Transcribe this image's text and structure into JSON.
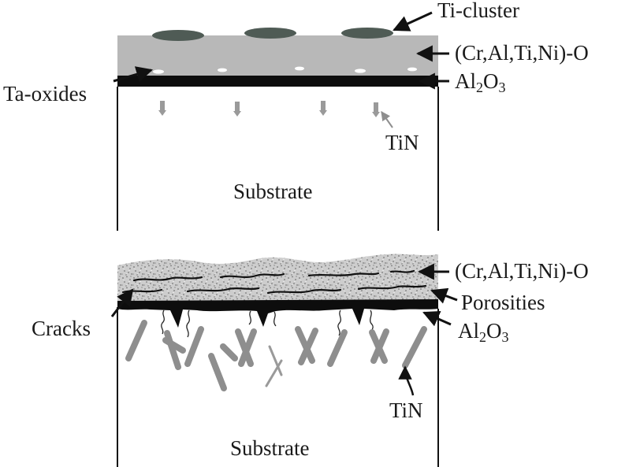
{
  "top_panel": {
    "labels": {
      "ti_cluster": "Ti-cluster",
      "oxide_layer": "(Cr,Al,Ti,Ni)-O",
      "alumina_base": "Al",
      "alumina_sub1": "2",
      "alumina_mid": "O",
      "alumina_sub2": "3",
      "ta_oxides": "Ta-oxides",
      "tin": "TiN",
      "substrate": "Substrate"
    }
  },
  "bottom_panel": {
    "labels": {
      "oxide_layer": "(Cr,Al,Ti,Ni)-O",
      "porosities": "Porosities",
      "alumina_base": "Al",
      "alumina_sub1": "2",
      "alumina_mid": "O",
      "alumina_sub2": "3",
      "cracks": "Cracks",
      "tin": "TiN",
      "substrate": "Substrate"
    }
  },
  "colors": {
    "oxide_gray": "#b8b8b8",
    "cluster_dark": "#4f5b55",
    "alumina_black": "#0d0d0d",
    "tin_gray": "#8e8e8e",
    "speckle_bg": "#c9c9c9"
  }
}
